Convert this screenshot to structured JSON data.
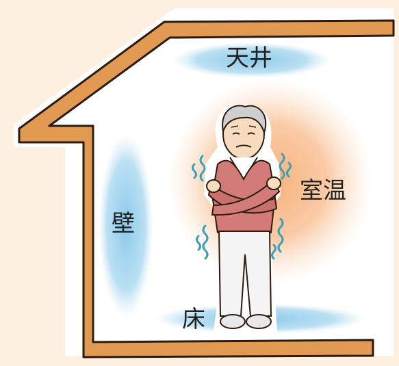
{
  "labels": {
    "ceiling": "天井",
    "wall": "壁",
    "room_temp": "室温",
    "floor": "床"
  },
  "colors": {
    "background": "#fdf0e0",
    "house_outline": "#d8893a",
    "cold_spot": "#9fd4ee",
    "warm_glow": "#f6b27a",
    "sweater": "#d27b78",
    "shiver_lines": "#3d9fb8"
  },
  "icons": {
    "figure": "shivering-elderly-man-icon",
    "house": "house-outline-icon"
  }
}
